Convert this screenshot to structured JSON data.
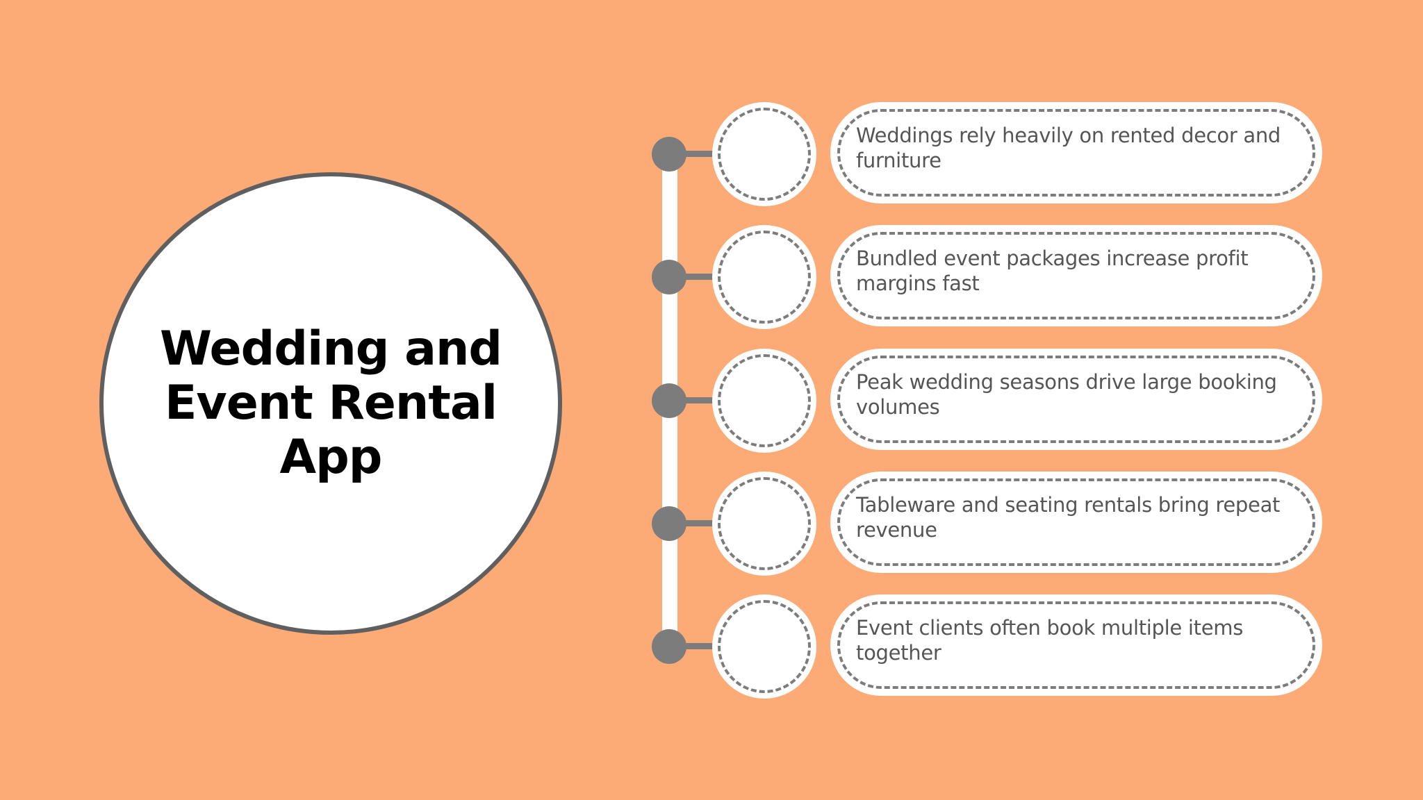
{
  "title": "Wedding and Event Rental App",
  "items": [
    {
      "text": "Weddings rely heavily on rented decor and furniture"
    },
    {
      "text": "Bundled event packages increase profit margins fast"
    },
    {
      "text": "Peak wedding seasons drive large booking volumes"
    },
    {
      "text": "Tableware and seating rentals bring repeat revenue"
    },
    {
      "text": "Event clients often book multiple items together"
    }
  ],
  "colors": {
    "background": "#FDAB76",
    "card": "#FFFFFF",
    "border": "#5F5F5F",
    "node": "#7C7C7C",
    "title_text": "#000000",
    "item_text": "#555555"
  }
}
